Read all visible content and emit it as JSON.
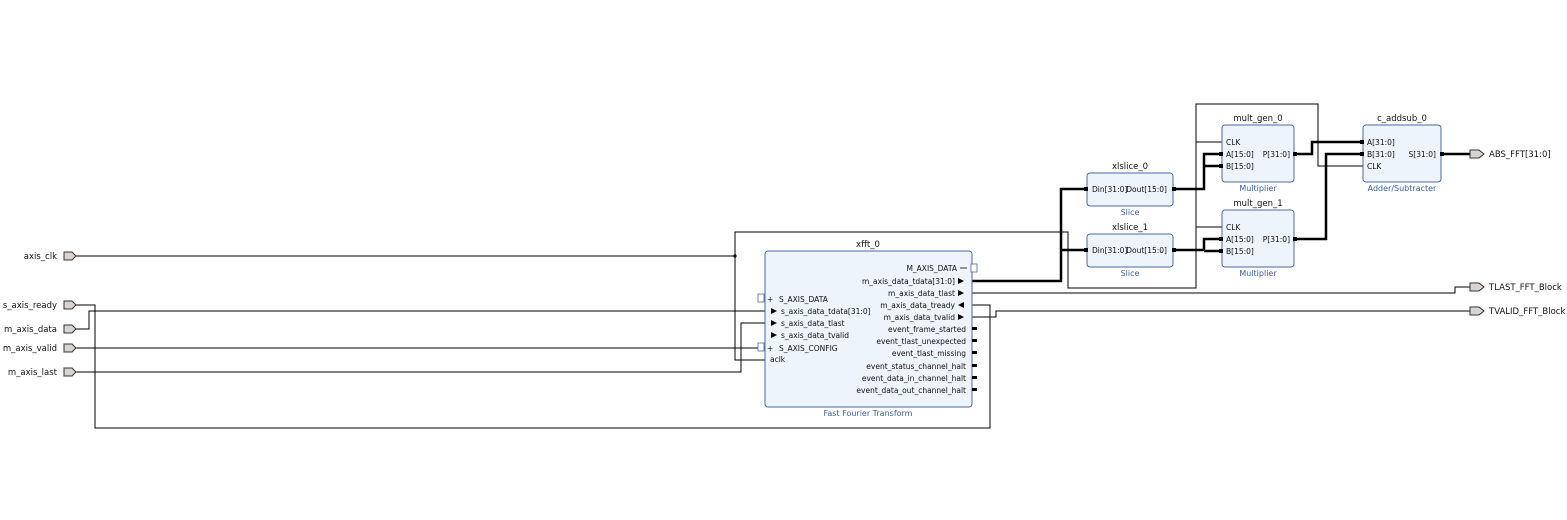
{
  "external_inputs": {
    "axis_clk": "axis_clk",
    "s_axis_ready": "s_axis_ready",
    "m_axis_data": "m_axis_data",
    "m_axis_valid": "m_axis_valid",
    "m_axis_last": "m_axis_last"
  },
  "external_outputs": {
    "abs_fft": "ABS_FFT[31:0]",
    "tlast": "TLAST_FFT_Block",
    "tvalid": "TVALID_FFT_Block"
  },
  "xfft": {
    "instance": "xfft_0",
    "type": "Fast Fourier Transform",
    "in_ports": {
      "s_axis_data": "S_AXIS_DATA",
      "tdata": "s_axis_data_tdata[31:0]",
      "tlast": "s_axis_data_tlast",
      "tvalid": "s_axis_data_tvalid",
      "s_axis_config": "S_AXIS_CONFIG",
      "aclk": "aclk"
    },
    "out_ports": {
      "m_axis_data": "M_AXIS_DATA",
      "tdata": "m_axis_data_tdata[31:0]",
      "tlast": "m_axis_data_tlast",
      "tready": "m_axis_data_tready",
      "tvalid": "m_axis_data_tvalid",
      "frame_started": "event_frame_started",
      "tlast_unexpected": "event_tlast_unexpected",
      "tlast_missing": "event_tlast_missing",
      "status_halt": "event_status_channel_halt",
      "data_in_halt": "event_data_in_channel_halt",
      "data_out_halt": "event_data_out_channel_halt"
    }
  },
  "slice0": {
    "instance": "xlslice_0",
    "type": "Slice",
    "din": "Din[31:0]",
    "dout": "Dout[15:0]"
  },
  "slice1": {
    "instance": "xlslice_1",
    "type": "Slice",
    "din": "Din[31:0]",
    "dout": "Dout[15:0]"
  },
  "mult0": {
    "instance": "mult_gen_0",
    "type": "Multiplier",
    "clk": "CLK",
    "a": "A[15:0]",
    "b": "B[15:0]",
    "p": "P[31:0]"
  },
  "mult1": {
    "instance": "mult_gen_1",
    "type": "Multiplier",
    "clk": "CLK",
    "a": "A[15:0]",
    "b": "B[15:0]",
    "p": "P[31:0]"
  },
  "addsub": {
    "instance": "c_addsub_0",
    "type": "Adder/Subtracter",
    "a": "A[31:0]",
    "b": "B[31:0]",
    "clk": "CLK",
    "s": "S[31:0]"
  }
}
